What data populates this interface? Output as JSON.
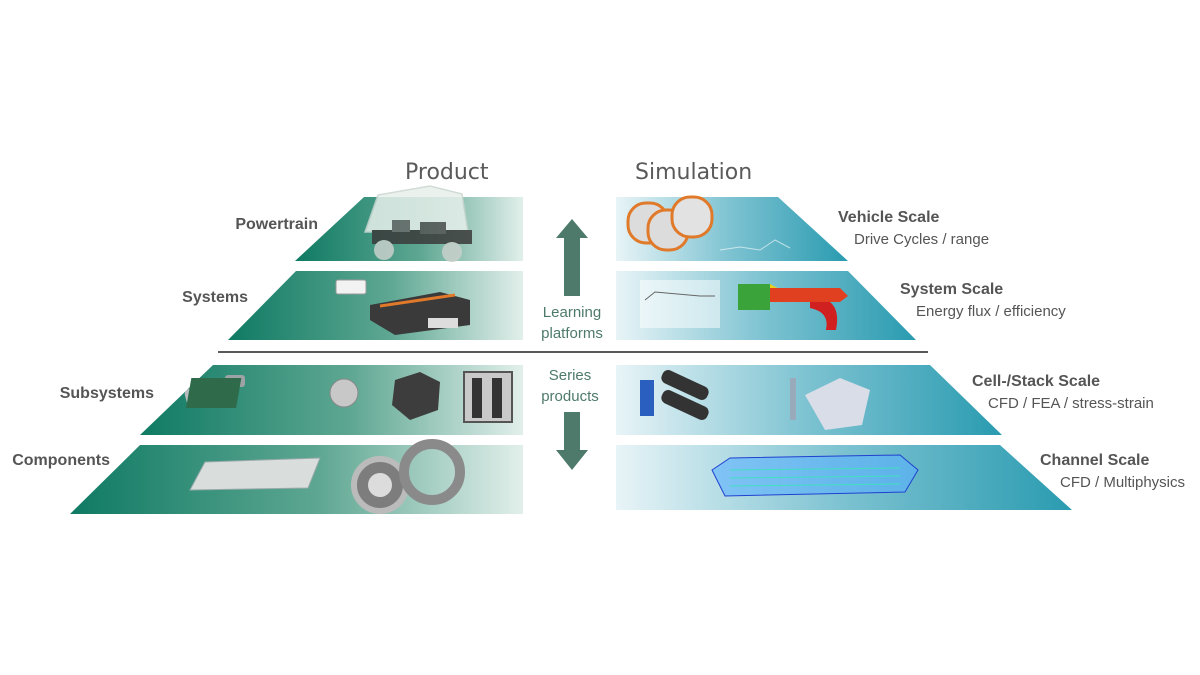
{
  "headers": {
    "product": "Product",
    "simulation": "Simulation"
  },
  "product_levels": [
    {
      "label": "Powertrain"
    },
    {
      "label": "Systems"
    },
    {
      "label": "Subsystems"
    },
    {
      "label": "Components"
    }
  ],
  "simulation_levels": [
    {
      "title": "Vehicle Scale",
      "subtitle": "Drive Cycles / range"
    },
    {
      "title": "System Scale",
      "subtitle": "Energy flux / efficiency"
    },
    {
      "title": "Cell-/Stack Scale",
      "subtitle": "CFD / FEA / stress-strain"
    },
    {
      "title": "Channel Scale",
      "subtitle": "CFD / Multiphysics"
    }
  ],
  "middle": {
    "learning_line1": "Learning",
    "learning_line2": "platforms",
    "series_line1": "Series",
    "series_line2": "products"
  },
  "colors": {
    "product_dark": "#0f7a63",
    "product_light": "#dfeee9",
    "simulation_dark": "#2a9bb0",
    "simulation_light": "#e6f3f6",
    "arrow": "#4e7a6c",
    "divider": "#5a5a5a"
  }
}
